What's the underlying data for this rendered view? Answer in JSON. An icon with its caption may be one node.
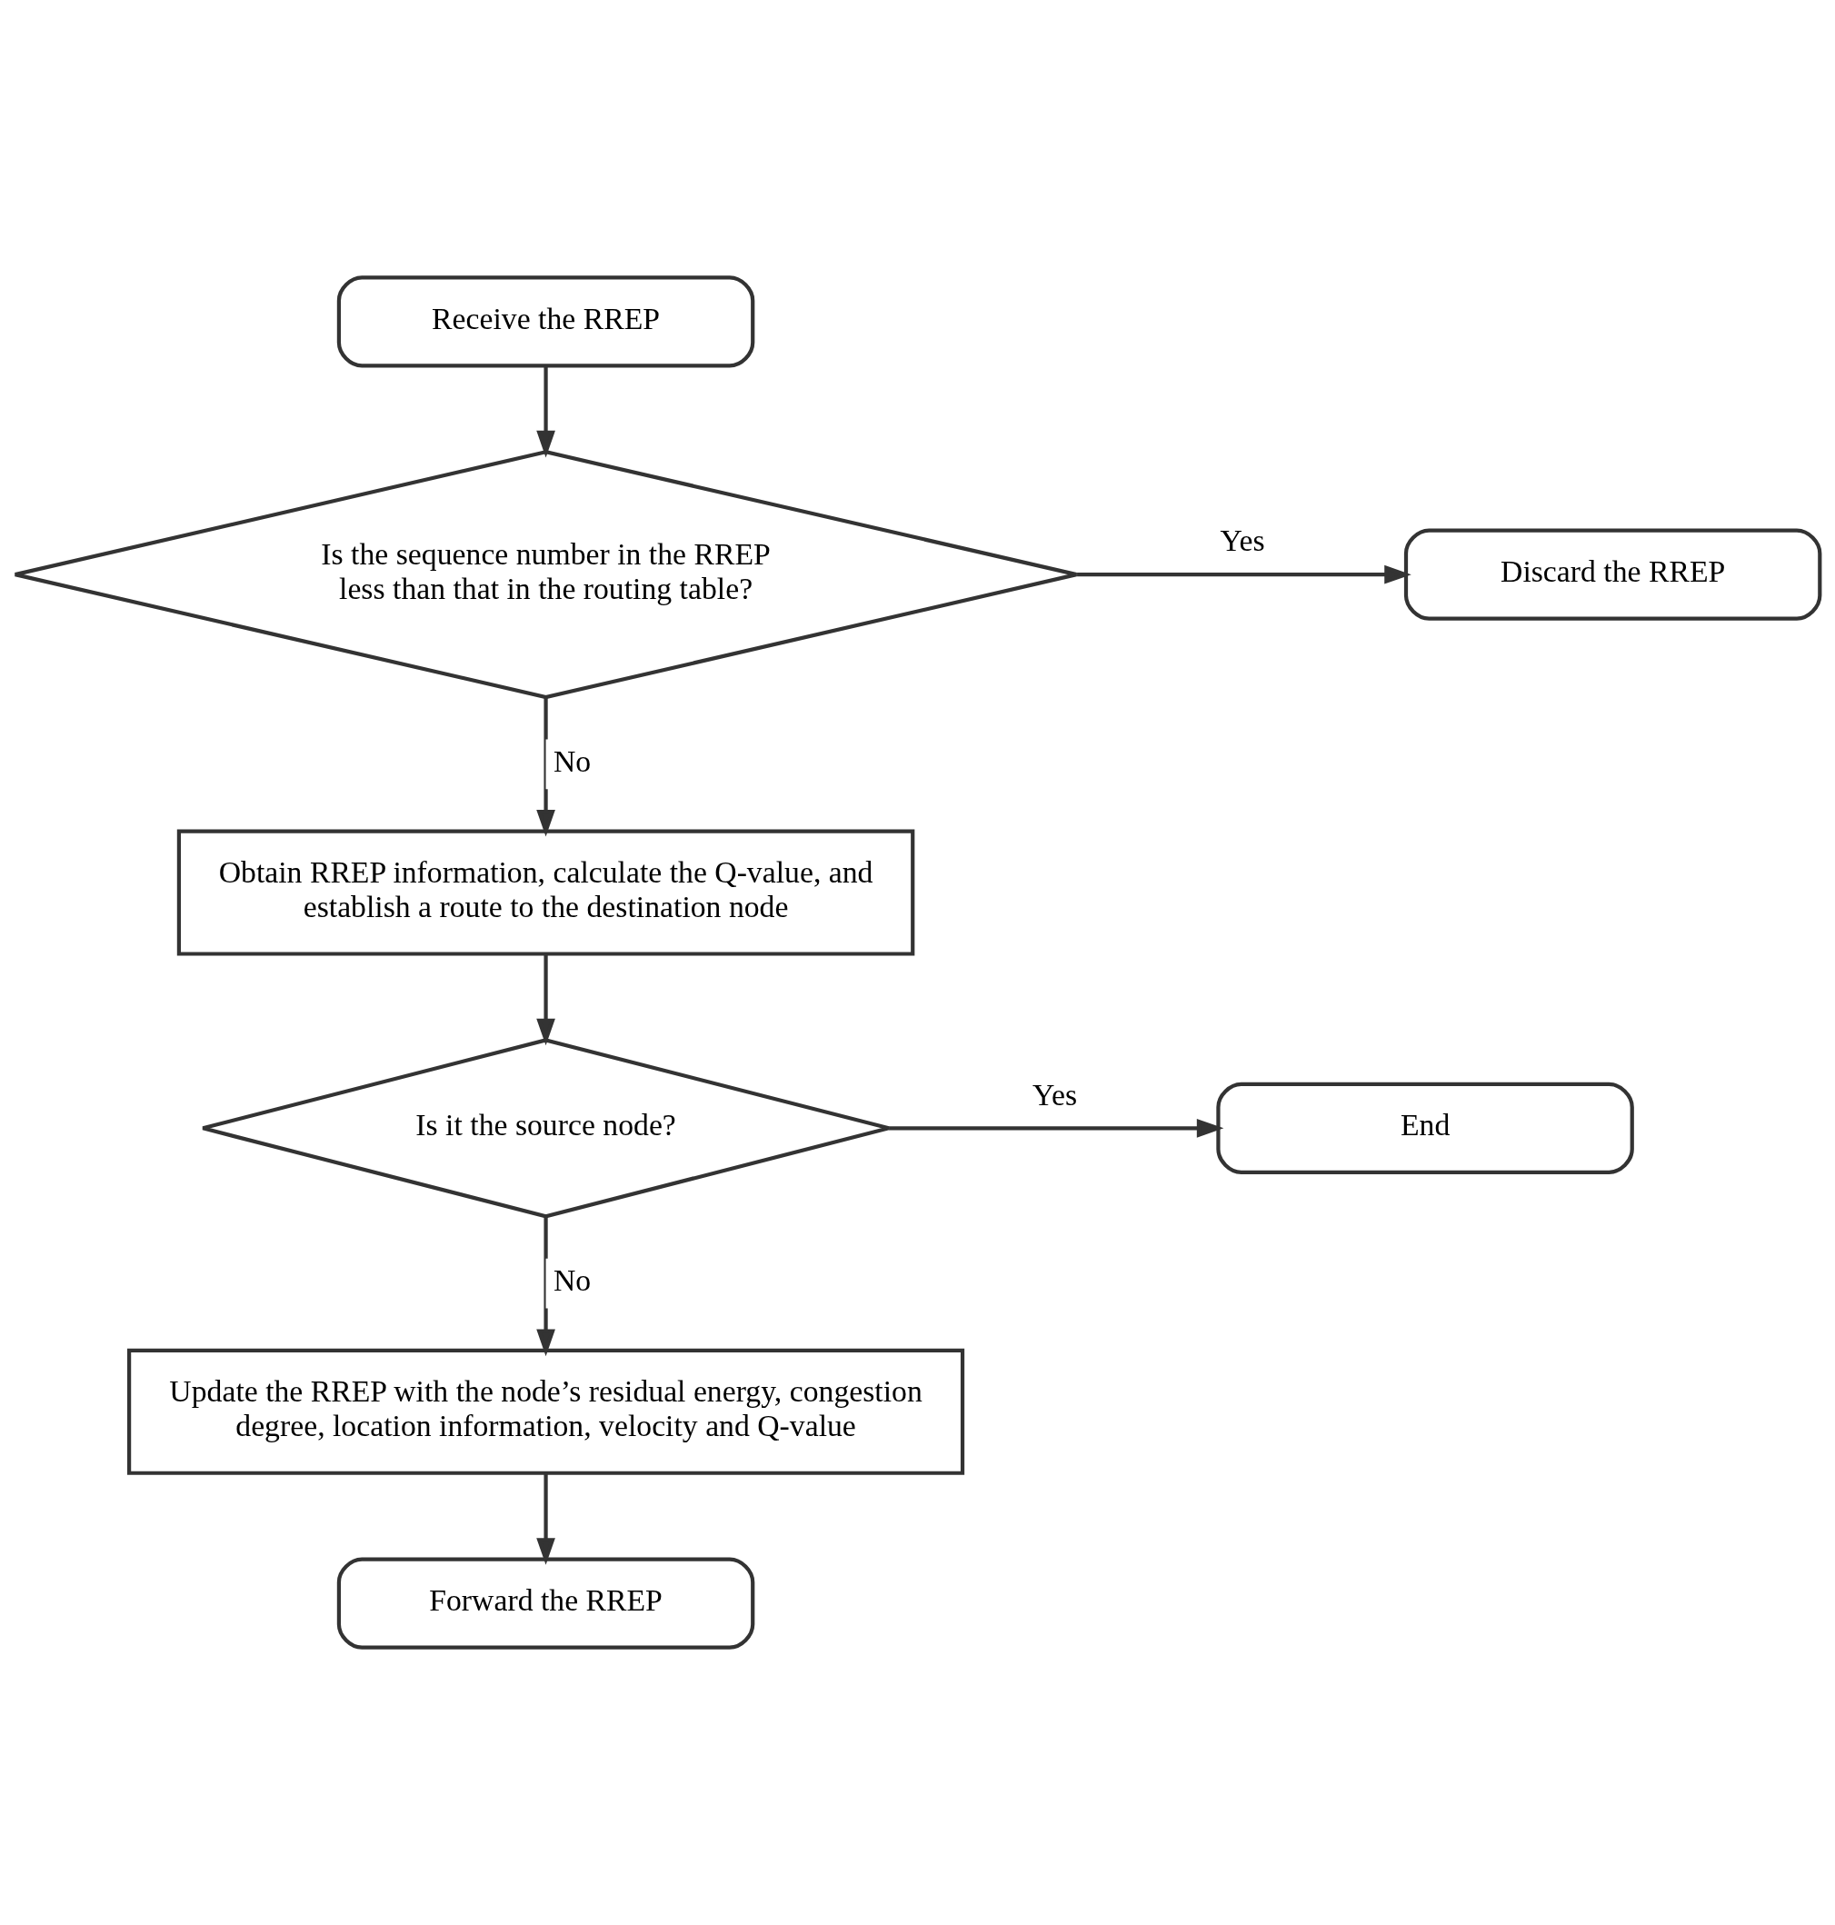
{
  "diagram": {
    "nodes": [
      {
        "text": [
          "Receive the RREP"
        ]
      },
      {
        "text": [
          "Is the sequence number in the RREP less than that in the routing table?"
        ]
      },
      {
        "text": [
          "Discard the RREP"
        ]
      },
      {
        "text": [
          "Obtain RREP information, calculate the Q-value, and establish a route to the destination node"
        ]
      },
      {
        "text": [
          "Is it the source node?"
        ]
      },
      {
        "text": [
          "End"
        ]
      },
      {
        "text": [
          "Update the RREP with the node’s residual energy, congestion degree, location information, velocity and Q-value"
        ]
      },
      {
        "text": [
          "Forward the RREP"
        ]
      }
    ],
    "edges": [
      {
        "from": 0,
        "to": 1,
        "arrow": "to"
      },
      {
        "from": 1,
        "to": 2,
        "arrow": "to",
        "label": "Yes"
      },
      {
        "from": 1,
        "to": 3,
        "arrow": "to",
        "label": "No"
      },
      {
        "from": 3,
        "to": 4,
        "arrow": "to"
      },
      {
        "from": 4,
        "to": 5,
        "arrow": "to",
        "label": "Yes"
      },
      {
        "from": 4,
        "to": 6,
        "arrow": "to",
        "label": "No"
      },
      {
        "from": 6,
        "to": 7,
        "arrow": "to"
      }
    ]
  }
}
